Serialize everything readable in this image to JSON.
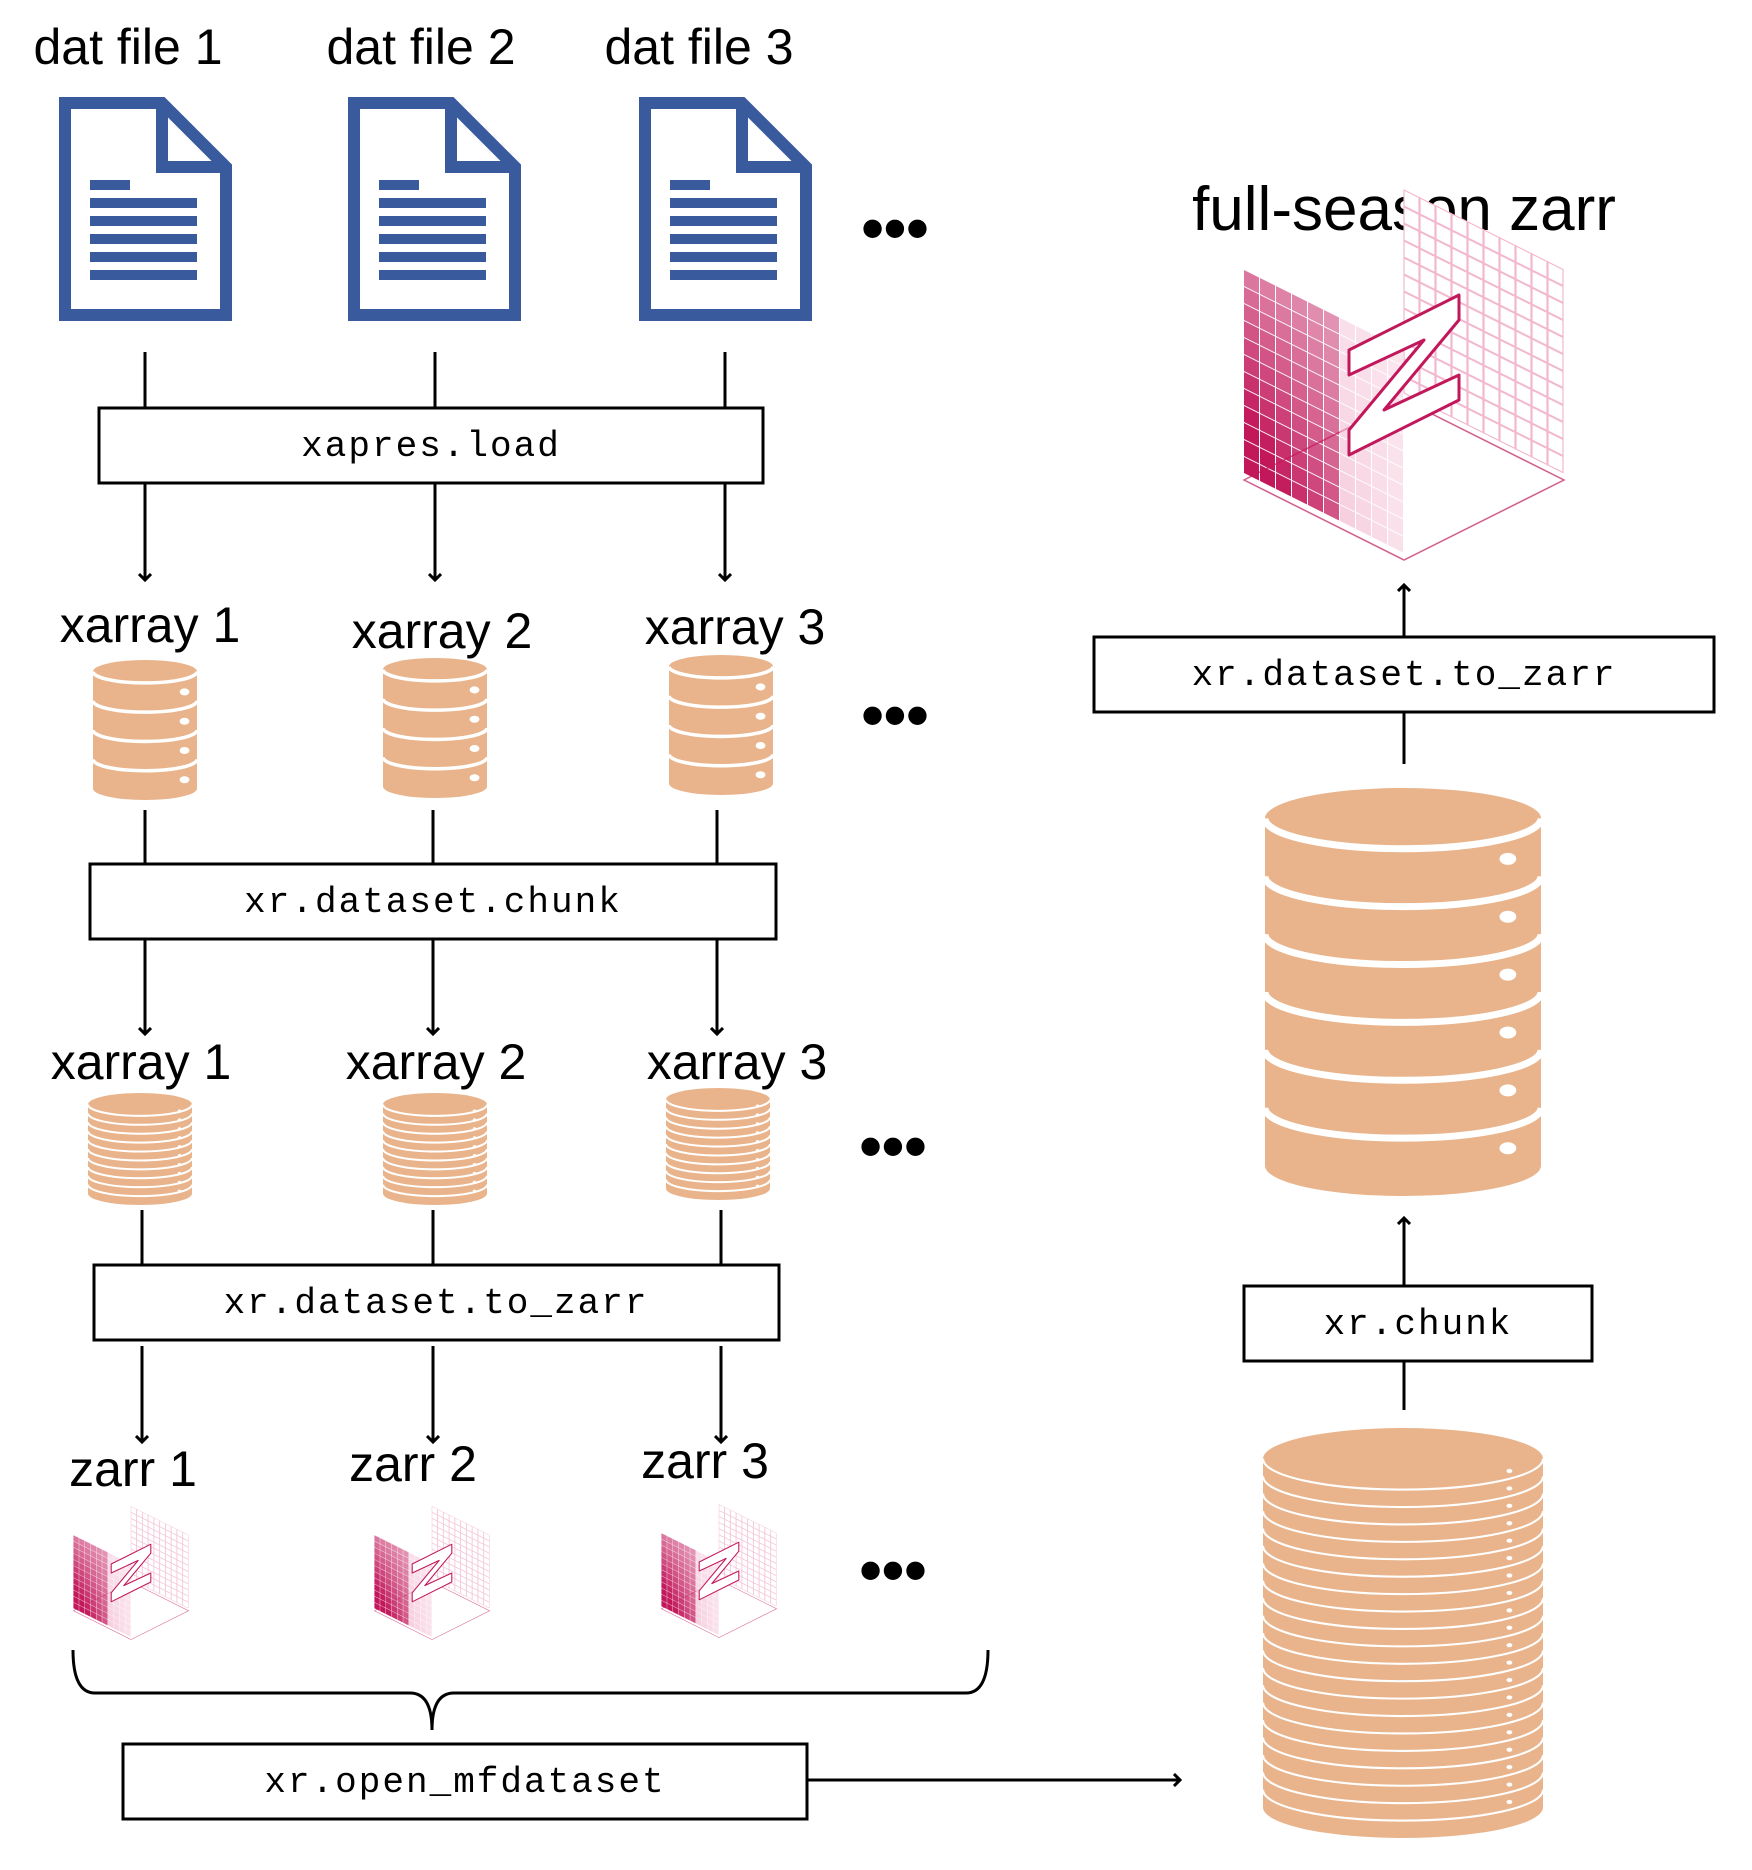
{
  "dat_files": [
    "dat file 1",
    "dat file 2",
    "dat file 3"
  ],
  "xarrays_loaded": [
    "xarray 1",
    "xarray 2",
    "xarray 3"
  ],
  "xarrays_chunked": [
    "xarray 1",
    "xarray 2",
    "xarray 3"
  ],
  "zarrs": [
    "zarr 1",
    "zarr 2",
    "zarr 3"
  ],
  "ellipsis": "•••",
  "ops": {
    "load": "xapres.load",
    "chunk": "xr.dataset.chunk",
    "to_zarr_left": "xr.dataset.to_zarr",
    "open_mf": "xr.open_mfdataset",
    "chunk_right": "xr.chunk",
    "to_zarr_right": "xr.dataset.to_zarr"
  },
  "full_season_title": "full-season zarr",
  "colors": {
    "file_icon": "#3a5a9e",
    "database": "#e9b48b",
    "zarr_dark": "#c2185b",
    "zarr_light": "#f2b8cf"
  },
  "icons": {
    "file": "document-icon",
    "database": "database-icon",
    "zarr": "zarr-logo-icon"
  }
}
